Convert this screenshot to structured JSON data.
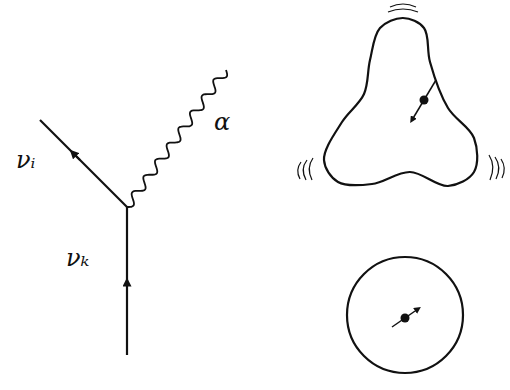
{
  "diagram": {
    "labels": [
      "νᵢ",
      "α",
      "νₖ"
    ]
  }
}
